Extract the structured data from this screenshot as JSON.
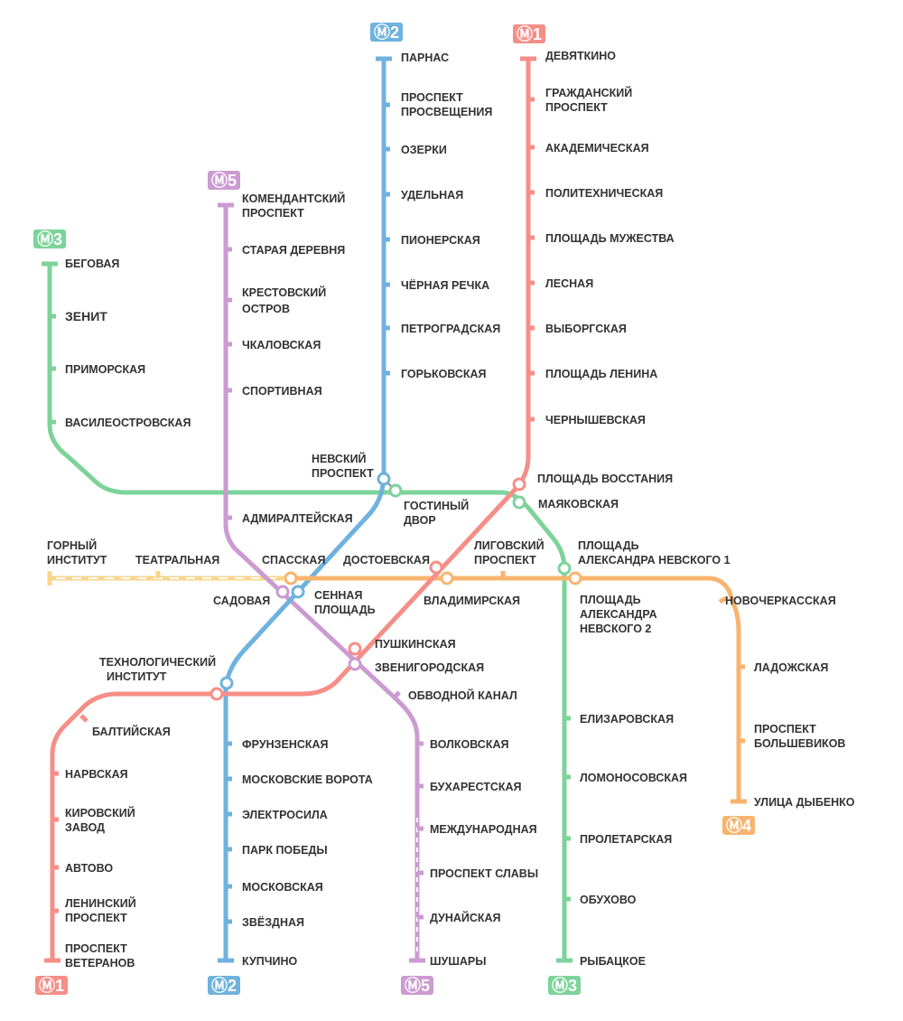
{
  "colors": {
    "line1": "#F68E87",
    "line2": "#6FB2DE",
    "line3": "#7DD39A",
    "line4": "#F8B46E",
    "line4_ext": "#FAD58C",
    "line5": "#CB9BD2"
  },
  "logos": {
    "l1": "Ⓜ1",
    "l2": "Ⓜ2",
    "l3": "Ⓜ3",
    "l4": "Ⓜ4",
    "l5": "Ⓜ5"
  },
  "line1": [
    "ДЕВЯТКИНО",
    "ГРАЖДАНСКИЙ",
    "ПРОСПЕКТ",
    "АКАДЕМИЧЕСКАЯ",
    "ПОЛИТЕХНИЧЕСКАЯ",
    "ПЛОЩАДЬ МУЖЕСТВА",
    "ЛЕСНАЯ",
    "ВЫБОРГСКАЯ",
    "ПЛОЩАДЬ ЛЕНИНА",
    "ЧЕРНЫШЕВСКАЯ",
    "ПЛОЩАДЬ ВОССТАНИЯ",
    "ПУШКИНСКАЯ",
    "ТЕХНОЛОГИЧЕСКИЙ",
    "ИНСТИТУТ",
    "БАЛТИЙСКАЯ",
    "НАРВСКАЯ",
    "КИРОВСКИЙ",
    "ЗАВОД",
    "АВТОВО",
    "ЛЕНИНСКИЙ",
    "ПРОСПЕКТ",
    "ПРОСПЕКТ",
    "ВЕТЕРАНОВ",
    "ВЛАДИМИРСКАЯ"
  ],
  "line2": [
    "ПАРНАС",
    "ПРОСПЕКТ",
    "ПРОСВЕЩЕНИЯ",
    "ОЗЕРКИ",
    "УДЕЛЬНАЯ",
    "ПИОНЕРСКАЯ",
    "ЧЁРНАЯ РЕЧКА",
    "ПЕТРОГРАДСКАЯ",
    "ГОРЬКОВСКАЯ",
    "НЕВСКИЙ",
    "ПРОСПЕКТ",
    "СЕННАЯ",
    "ПЛОЩАДЬ",
    "ФРУНЗЕНСКАЯ",
    "МОСКОВСКИЕ ВОРОТА",
    "ЭЛЕКТРОСИЛА",
    "ПАРК ПОБЕДЫ",
    "МОСКОВСКАЯ",
    "ЗВЁЗДНАЯ",
    "КУПЧИНО"
  ],
  "line3": [
    "БЕГОВАЯ",
    "ЗЕНИТ",
    "ПРИМОРСКАЯ",
    "ВАСИЛЕОСТРОВСКАЯ",
    "ГОСТИНЫЙ",
    "ДВОР",
    "МАЯКОВСКАЯ",
    "ПЛОЩАДЬ",
    "АЛЕКСАНДРА НЕВСКОГО  1",
    "ЕЛИЗАРОВСКАЯ",
    "ЛОМОНОСОВСКАЯ",
    "ПРОЛЕТАРСКАЯ",
    "ОБУХОВО",
    "РЫБАЦКОЕ"
  ],
  "line4": [
    "ГОРНЫЙ",
    "ИНСТИТУТ",
    "ТЕАТРАЛЬНАЯ",
    "СПАССКАЯ",
    "ДОСТОЕВСКАЯ",
    "ЛИГОВСКИЙ",
    "ПРОСПЕКТ",
    "ПЛОЩАДЬ",
    "АЛЕКСАНДРА",
    "НЕВСКОГО  2",
    "НОВОЧЕРКАССКАЯ",
    "ЛАДОЖСКАЯ",
    "ПРОСПЕКТ",
    "БОЛЬШЕВИКОВ",
    "УЛИЦА ДЫБЕНКО"
  ],
  "line5": [
    "КОМЕНДАНТСКИЙ",
    "ПРОСПЕКТ",
    "СТАРАЯ ДЕРЕВНЯ",
    "КРЕСТОВСКИЙ",
    "ОСТРОВ",
    "ЧКАЛОВСКАЯ",
    "СПОРТИВНАЯ",
    "АДМИРАЛТЕЙСКАЯ",
    "САДОВАЯ",
    "ЗВЕНИГОРОДСКАЯ",
    "ОБВОДНОЙ КАНАЛ",
    "ВОЛКОВСКАЯ",
    "БУХАРЕСТСКАЯ",
    "МЕЖДУНАРОДНАЯ",
    "ПРОСПЕКТ СЛАВЫ",
    "ДУНАЙСКАЯ",
    "ШУШАРЫ"
  ]
}
